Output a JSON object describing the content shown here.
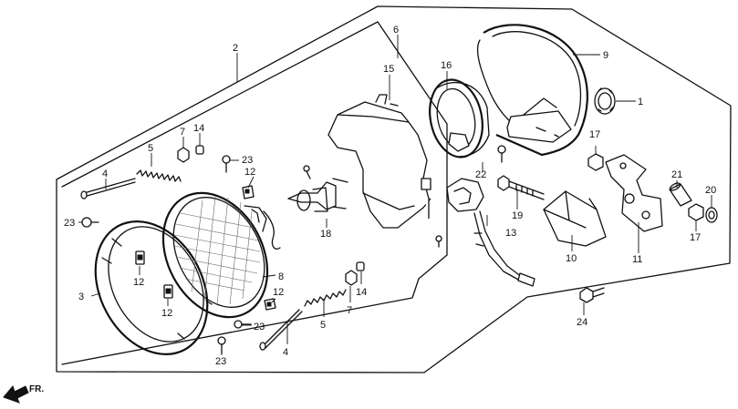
{
  "labels": {
    "l1": "1",
    "l2": "2",
    "l3": "3",
    "l4a": "4",
    "l4b": "4",
    "l5a": "5",
    "l5b": "5",
    "l6": "6",
    "l7a": "7",
    "l7b": "7",
    "l8": "8",
    "l9": "9",
    "l10": "10",
    "l11": "11",
    "l12a": "12",
    "l12b": "12",
    "l12c": "12",
    "l12d": "12",
    "l13": "13",
    "l14a": "14",
    "l14b": "14",
    "l15": "15",
    "l16": "16",
    "l17a": "17",
    "l17b": "17",
    "l18": "18",
    "l19": "19",
    "l20": "20",
    "l21": "21",
    "l22": "22",
    "l23a": "23",
    "l23b": "23",
    "l23c": "23",
    "l24": "24"
  },
  "direction_marker": "FR."
}
